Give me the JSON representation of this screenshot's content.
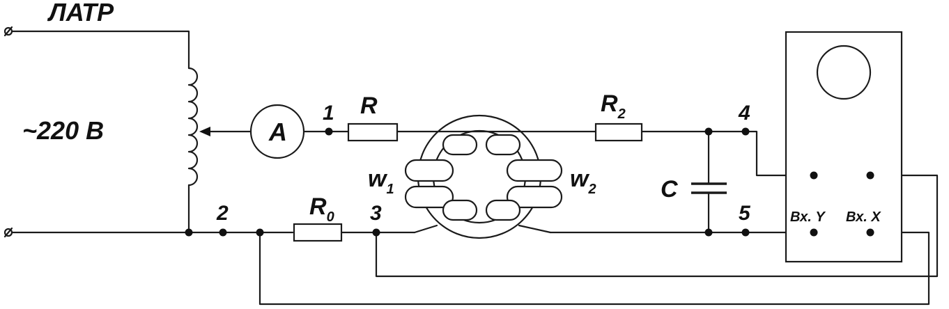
{
  "labels": {
    "latr": "ЛАТР",
    "voltage": "~220 В",
    "ammeter": "A",
    "resistor_r": "R",
    "resistor_r2_base": "R",
    "resistor_r2_sub": "2",
    "resistor_r0_base": "R",
    "resistor_r0_sub": "0",
    "capacitor": "C",
    "winding1_base": "w",
    "winding1_sub": "1",
    "winding2_base": "w",
    "winding2_sub": "2",
    "input_y": "Вх. Y",
    "input_x": "Вх. X"
  },
  "nodes": [
    "1",
    "2",
    "3",
    "4",
    "5"
  ],
  "colors": {
    "line": "#1a1a1a",
    "background": "#ffffff"
  }
}
